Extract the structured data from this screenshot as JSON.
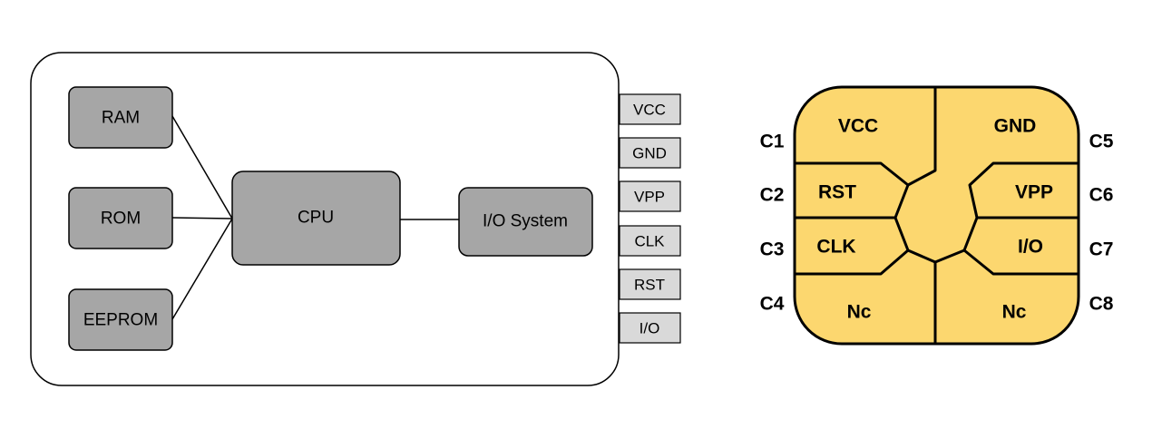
{
  "colors": {
    "block_fill": "#a6a6a6",
    "pin_fill": "#d9d9d9",
    "chip_fill": "#fcd76f",
    "line": "#000000",
    "board_fill": "#ffffff"
  },
  "block_diagram": {
    "memory": {
      "ram": "RAM",
      "rom": "ROM",
      "eeprom": "EEPROM"
    },
    "cpu": "CPU",
    "io_system": "I/O System",
    "pins": [
      "VCC",
      "GND",
      "VPP",
      "CLK",
      "RST",
      "I/O"
    ]
  },
  "contact_pad": {
    "contacts": {
      "c1": "VCC",
      "c2": "RST",
      "c3": "CLK",
      "c4": "Nc",
      "c5": "GND",
      "c6": "VPP",
      "c7": "I/O",
      "c8": "Nc"
    },
    "numbers": [
      "C1",
      "C2",
      "C3",
      "C4",
      "C5",
      "C6",
      "C7",
      "C8"
    ]
  }
}
